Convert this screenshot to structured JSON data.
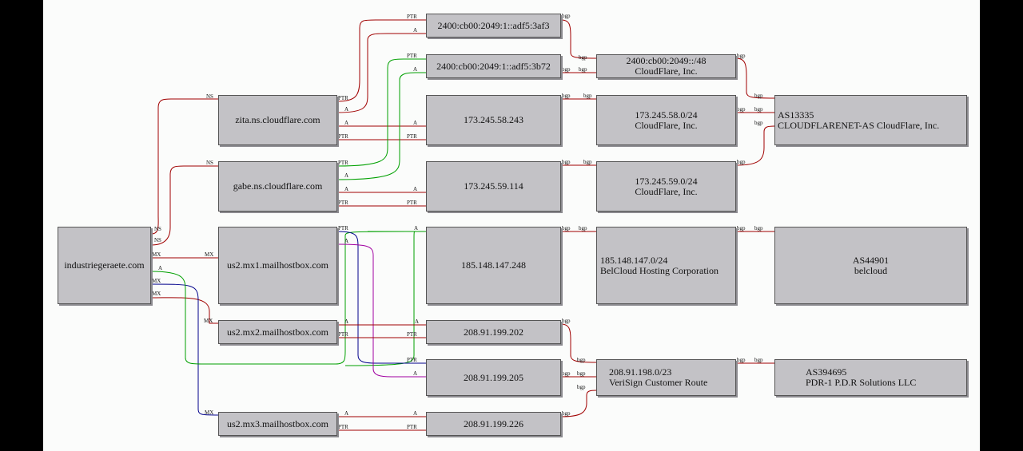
{
  "nodes": {
    "domain": "industriegeraete.com",
    "ns_zita": "zita.ns.cloudflare.com",
    "ns_gabe": "gabe.ns.cloudflare.com",
    "mx1": "us2.mx1.mailhostbox.com",
    "mx2": "us2.mx2.mailhostbox.com",
    "mx3": "us2.mx3.mailhostbox.com",
    "ipv6_af3": "2400:cb00:2049:1::adf5:3af3",
    "ipv6_b72": "2400:cb00:2049:1::adf5:3b72",
    "ip_58_243": "173.245.58.243",
    "ip_59_114": "173.245.59.114",
    "ip_147_248": "185.148.147.248",
    "ip_202": "208.91.199.202",
    "ip_205": "208.91.199.205",
    "ip_226": "208.91.199.226",
    "pfx_v6": "2400:cb00:2049::/48\nCloudFlare, Inc.",
    "pfx_58": "173.245.58.0/24\nCloudFlare, Inc.",
    "pfx_59": "173.245.59.0/24\nCloudFlare, Inc.",
    "pfx_147": "185.148.147.0/24\nBelCloud Hosting Corporation",
    "pfx_198": "208.91.198.0/23\nVeriSign Customer Route",
    "as_13335": "AS13335\nCLOUDFLARENET-AS CloudFlare, Inc.",
    "as_44901": "AS44901\nbelcloud",
    "as_394695": "AS394695\nPDR-1 P.D.R Solutions LLC"
  },
  "edge_labels": {
    "ns": "NS",
    "mx": "MX",
    "a": "A",
    "ptr": "PTR",
    "bgp": "bgp"
  },
  "colors": {
    "dns": "#a00000",
    "green": "#00a000",
    "blue": "#00008b",
    "magenta": "#a000a0",
    "node_fill": "#c3c2c6",
    "canvas": "#fbfcfb"
  }
}
